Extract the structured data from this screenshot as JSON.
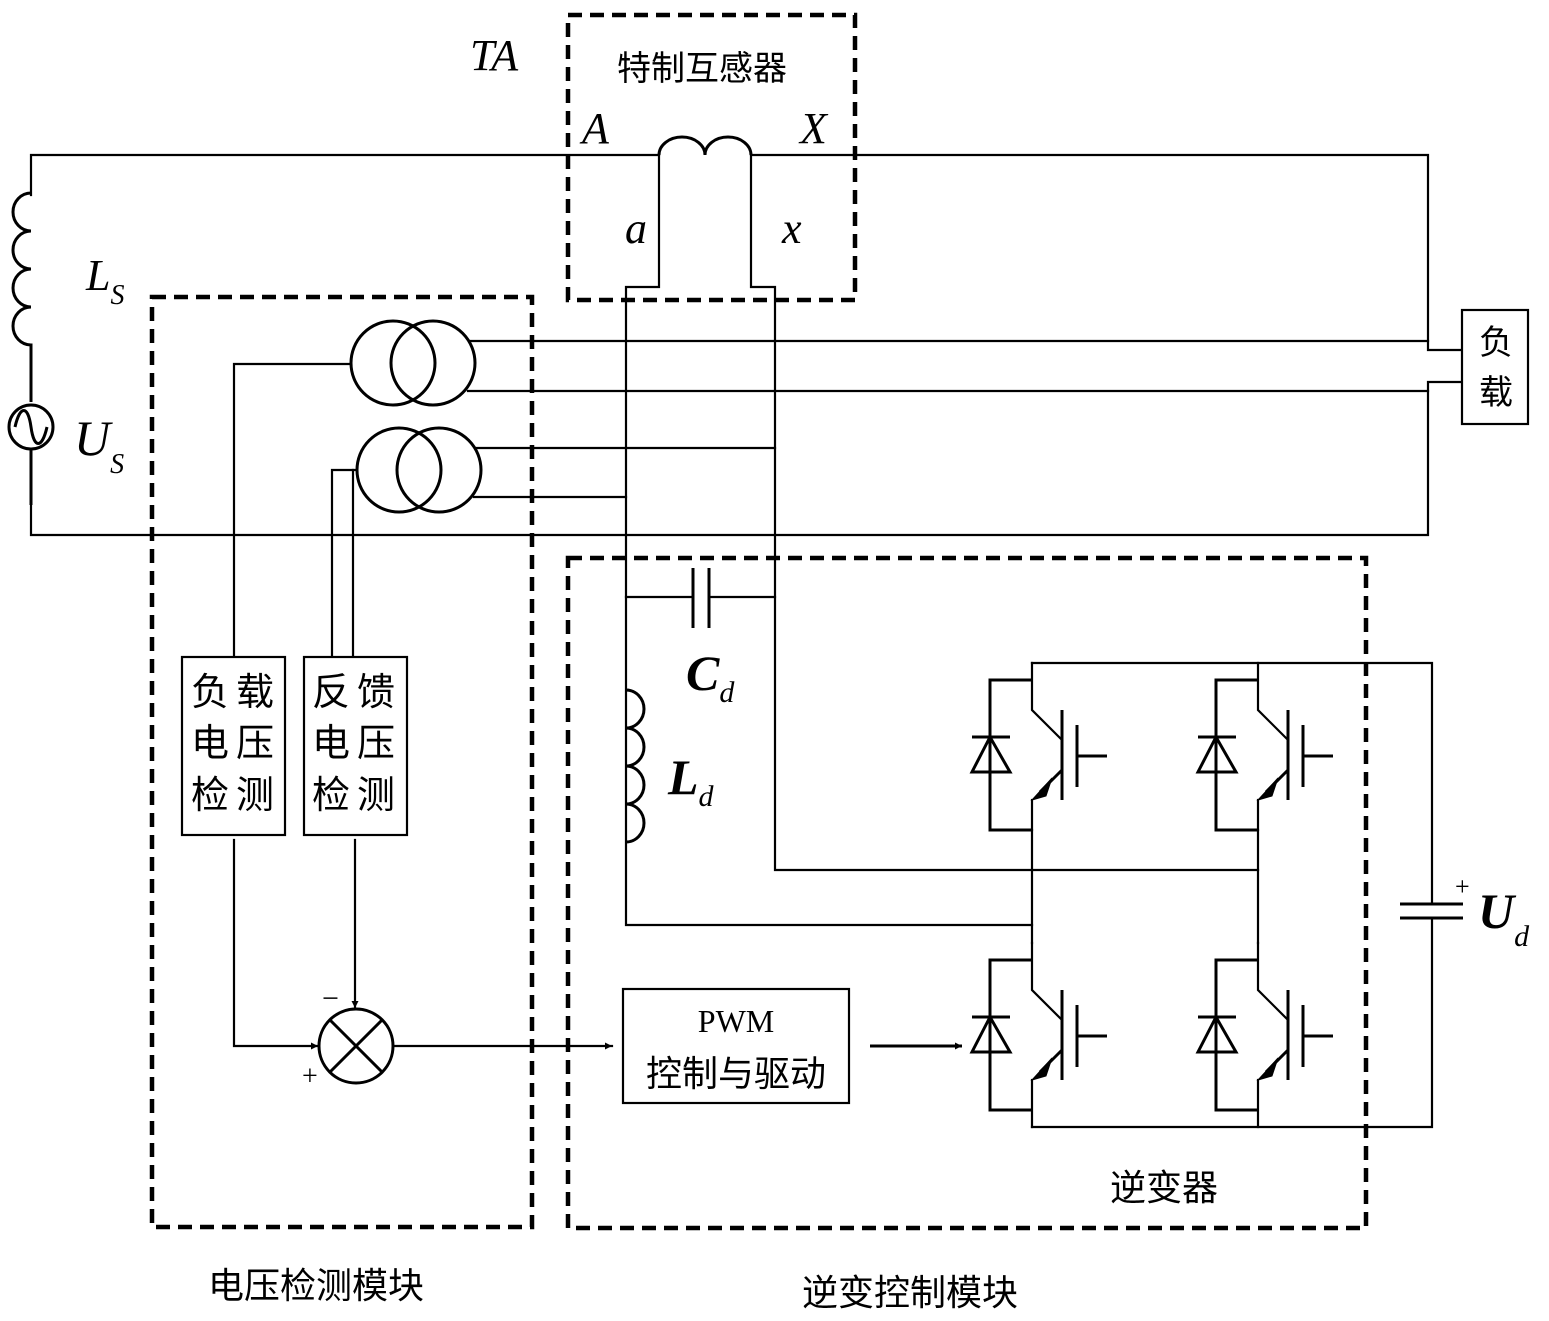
{
  "diagram": {
    "transformer": {
      "tag": "TA",
      "title": "特制互感器",
      "primary_terminals": [
        "A",
        "X"
      ],
      "secondary_terminals": [
        "a",
        "x"
      ]
    },
    "source": {
      "inductor_label": "L",
      "inductor_sub": "S",
      "voltage_label": "U",
      "voltage_sub": "S"
    },
    "load": {
      "lines": [
        "负",
        "载"
      ]
    },
    "voltage_detection_module": {
      "label": "电压检测模块",
      "load_voltage_block": {
        "col1": [
          "负",
          "电",
          "检"
        ],
        "col2": [
          "载",
          "压",
          "测"
        ]
      },
      "feedback_voltage_block": {
        "col1": [
          "反",
          "电",
          "检"
        ],
        "col2": [
          "馈",
          "压",
          "测"
        ]
      },
      "summer": {
        "minus": "−",
        "plus": "+"
      }
    },
    "inverter_control_module": {
      "label": "逆变控制模块",
      "capacitor": {
        "label": "C",
        "sub": "d"
      },
      "inductor": {
        "label": "L",
        "sub": "d"
      },
      "pwm_block": {
        "line1": "PWM",
        "line2": "控制与驱动"
      },
      "inverter_label": "逆变器",
      "dc_source": {
        "label": "U",
        "sub": "d",
        "plus": "+"
      }
    }
  }
}
